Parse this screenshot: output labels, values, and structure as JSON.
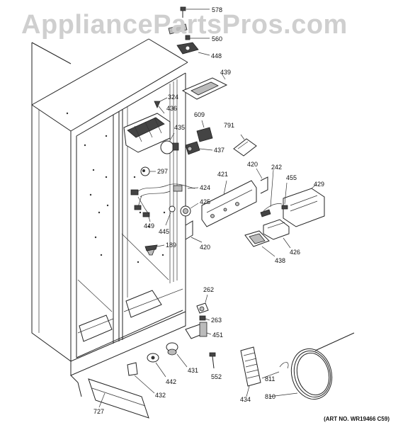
{
  "watermark": "AppliancePartsPros.com",
  "art_number": "(ART NO. WR19466 C59)",
  "parts": [
    {
      "id": "p578",
      "label": "578"
    },
    {
      "id": "p560",
      "label": "560"
    },
    {
      "id": "p448",
      "label": "448"
    },
    {
      "id": "p439",
      "label": "439"
    },
    {
      "id": "p324",
      "label": "324"
    },
    {
      "id": "p436",
      "label": "436"
    },
    {
      "id": "p609",
      "label": "609"
    },
    {
      "id": "p791",
      "label": "791"
    },
    {
      "id": "p435",
      "label": "435"
    },
    {
      "id": "p437",
      "label": "437"
    },
    {
      "id": "p420a",
      "label": "420"
    },
    {
      "id": "p297",
      "label": "297"
    },
    {
      "id": "p421",
      "label": "421"
    },
    {
      "id": "p242",
      "label": "242"
    },
    {
      "id": "p455",
      "label": "455"
    },
    {
      "id": "p429",
      "label": "429"
    },
    {
      "id": "p424",
      "label": "424"
    },
    {
      "id": "p425",
      "label": "425"
    },
    {
      "id": "p449",
      "label": "449"
    },
    {
      "id": "p445",
      "label": "445"
    },
    {
      "id": "p420b",
      "label": "420"
    },
    {
      "id": "p426",
      "label": "426"
    },
    {
      "id": "p189",
      "label": "189"
    },
    {
      "id": "p438",
      "label": "438"
    },
    {
      "id": "p262",
      "label": "262"
    },
    {
      "id": "p263",
      "label": "263"
    },
    {
      "id": "p451",
      "label": "451"
    },
    {
      "id": "p442",
      "label": "442"
    },
    {
      "id": "p431",
      "label": "431"
    },
    {
      "id": "p552",
      "label": "552"
    },
    {
      "id": "p432",
      "label": "432"
    },
    {
      "id": "p811",
      "label": "811"
    },
    {
      "id": "p434",
      "label": "434"
    },
    {
      "id": "p810",
      "label": "810"
    },
    {
      "id": "p727",
      "label": "727"
    }
  ]
}
